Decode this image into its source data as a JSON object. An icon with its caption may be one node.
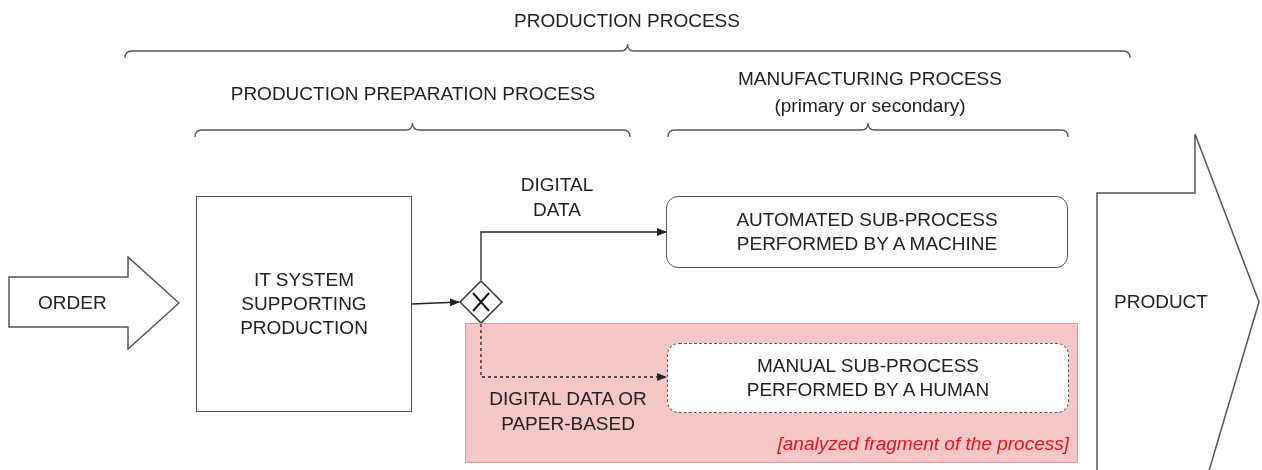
{
  "diagram": {
    "nodes": [
      {
        "text": [
          "ORDER"
        ]
      },
      {
        "text": [
          "IT SYSTEM SUPPORTING PRODUCTION"
        ]
      },
      {
        "text": [],
        "shape": "diamond"
      },
      {
        "text": [
          "AUTOMATED SUB-PROCESS PERFORMED BY A MACHINE"
        ]
      },
      {
        "text": [
          "[analyzed fragment of the process]"
        ]
      },
      {
        "text": [
          "MANUAL SUB-PROCESS PERFORMED BY A HUMAN"
        ],
        "in": 4
      },
      {
        "text": [
          "PRODUCT"
        ]
      }
    ],
    "edges": [
      {
        "from": 1,
        "to": 2,
        "arrow": "to"
      },
      {
        "from": 2,
        "to": 3,
        "arrow": "to",
        "label": "DIGITAL DATA"
      },
      {
        "from": 2,
        "to": 5,
        "arrow": "to",
        "label": "DIGITAL DATA OR PAPER-BASED",
        "style": "dashed"
      }
    ],
    "labels": [
      "PRODUCTION PROCESS",
      "PRODUCTION PREPARATION PROCESS",
      "MANUFACTURING PROCESS",
      "(primary or secondary)"
    ]
  }
}
